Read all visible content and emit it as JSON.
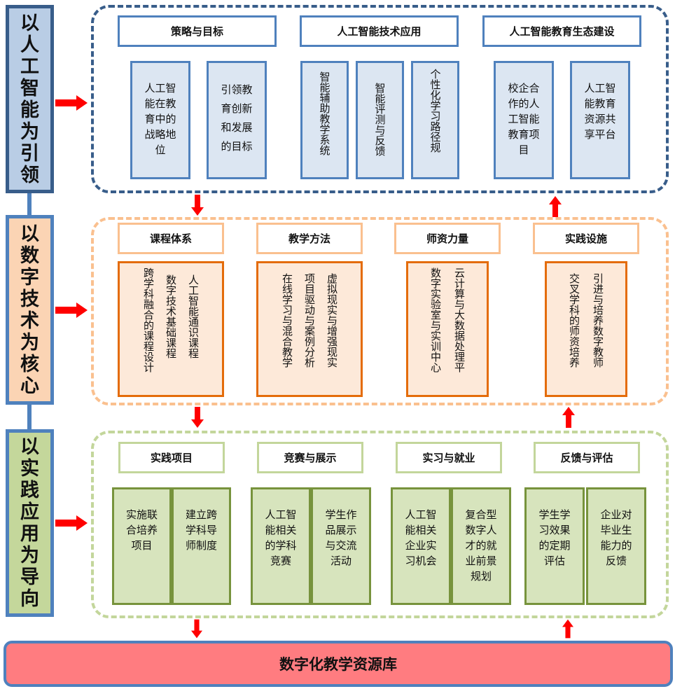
{
  "pillars": [
    {
      "label": "以人工智能为引领",
      "chars": [
        "以",
        "人",
        "工",
        "智",
        "能",
        "为",
        "引",
        "领"
      ],
      "color": "#b9cde5"
    },
    {
      "label": "以数字技术为核心",
      "chars": [
        "以",
        "数",
        "字",
        "技",
        "术",
        "为",
        "核",
        "心"
      ],
      "color": "#fbd4b4"
    },
    {
      "label": "以实践应用为导向",
      "chars": [
        "以",
        "实",
        "践",
        "应",
        "用",
        "为",
        "导",
        "向"
      ],
      "color": "#c4d79b"
    }
  ],
  "band1": {
    "border_color": "#385d8a",
    "groups": [
      {
        "title": "策略与目标",
        "items": [
          "人工智能在教育中的战略地位",
          "引领教育创新和发展的目标"
        ]
      },
      {
        "title": "人工智能技术应用",
        "items": [
          "智能辅助教学系统",
          "智能评测与反馈",
          "个性化学习路径规"
        ]
      },
      {
        "title": "人工智能教育生态建设",
        "items": [
          "校企合作的人工智能教育项目",
          "人工智能教育资源共享平台"
        ]
      }
    ]
  },
  "band2": {
    "border_color": "#fac08f",
    "groups": [
      {
        "title": "课程体系",
        "items": [
          "人工智能通识课程",
          "数字技术基础课程",
          "跨学科融合的课程设计"
        ]
      },
      {
        "title": "教学方法",
        "items": [
          "虚拟现实与增强现实",
          "项目驱动与案例分析",
          "在线学习与混合教学"
        ]
      },
      {
        "title": "师资力量",
        "items": [
          "云计算与大数据处理平",
          "数字实验室与实训中心"
        ]
      },
      {
        "title": "实践设施",
        "items": [
          "引进与培养数字教师",
          "交叉学科的师资培养"
        ]
      }
    ]
  },
  "band3": {
    "border_color": "#c3d69b",
    "groups": [
      {
        "title": "实践项目",
        "items": [
          "实施联合培养项目",
          "建立跨学科导师制度"
        ]
      },
      {
        "title": "竞赛与展示",
        "items": [
          "人工智能相关的学科竞赛",
          "学生作品展示与交流活动"
        ]
      },
      {
        "title": "实习与就业",
        "items": [
          "人工智能相关企业实习机会",
          "复合型数字人才的就业前景规划"
        ]
      },
      {
        "title": "反馈与评估",
        "items": [
          "学生学习效果的定期评估",
          "企业对毕业生能力的反馈"
        ]
      }
    ]
  },
  "bottom": {
    "label": "数字化教学资源库",
    "color": "#ff7c80"
  },
  "arrow_color": "#ff0000"
}
